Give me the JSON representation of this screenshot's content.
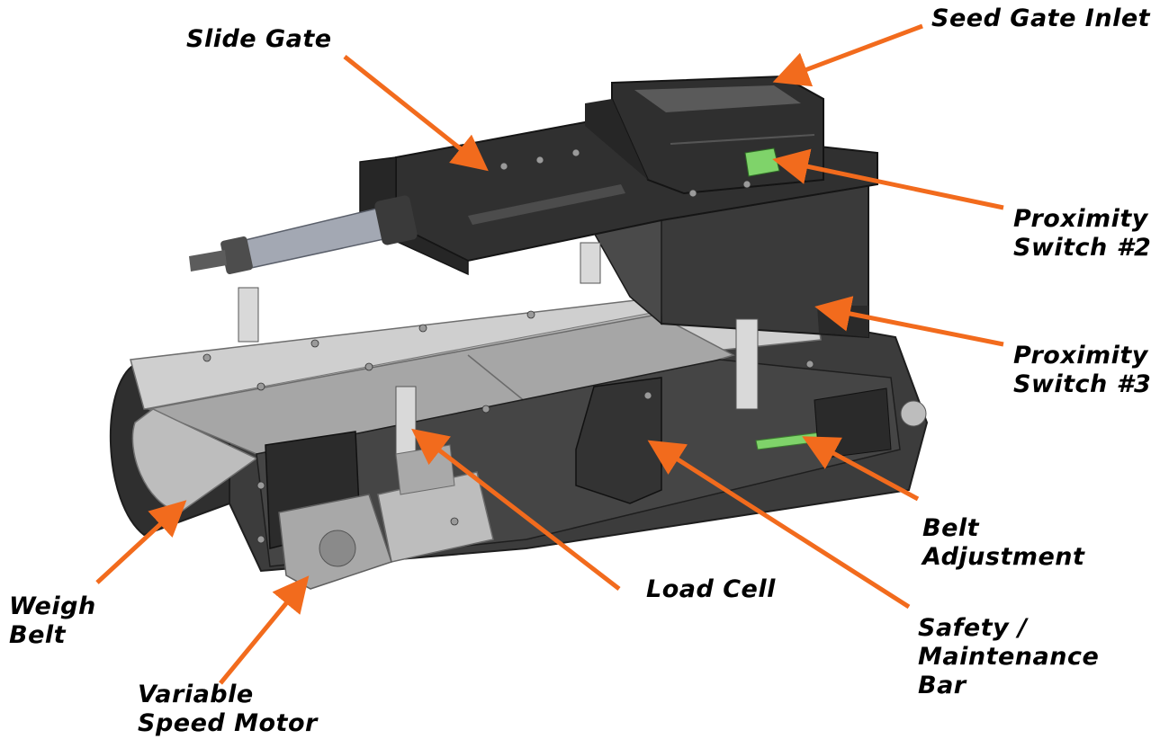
{
  "colors": {
    "arrow": "#f26b1d",
    "machine_dark": "#3a3a3a",
    "machine_mid": "#595959",
    "machine_light": "#8a8a8a",
    "rail": "#c9c9c9",
    "belt": "#a5a5a5",
    "sensor_green": "#7fd36a",
    "bracket": "#d4d4d4"
  },
  "labels": {
    "slide_gate": "Slide Gate",
    "seed_gate_inlet": "Seed Gate Inlet",
    "proximity_switch_2": {
      "line1": "Proximity",
      "line2": "Switch #2"
    },
    "proximity_switch_3": {
      "line1": "Proximity",
      "line2": "Switch #3"
    },
    "belt_adjustment": {
      "line1": "Belt",
      "line2": "Adjustment"
    },
    "load_cell": "Load Cell",
    "safety_bar": {
      "line1": "Safety /",
      "line2": "Maintenance",
      "line3": "Bar"
    },
    "weigh_belt": {
      "line1": "Weigh",
      "line2": "Belt"
    },
    "variable_speed_motor": {
      "line1": "Variable",
      "line2": "Speed Motor"
    }
  }
}
